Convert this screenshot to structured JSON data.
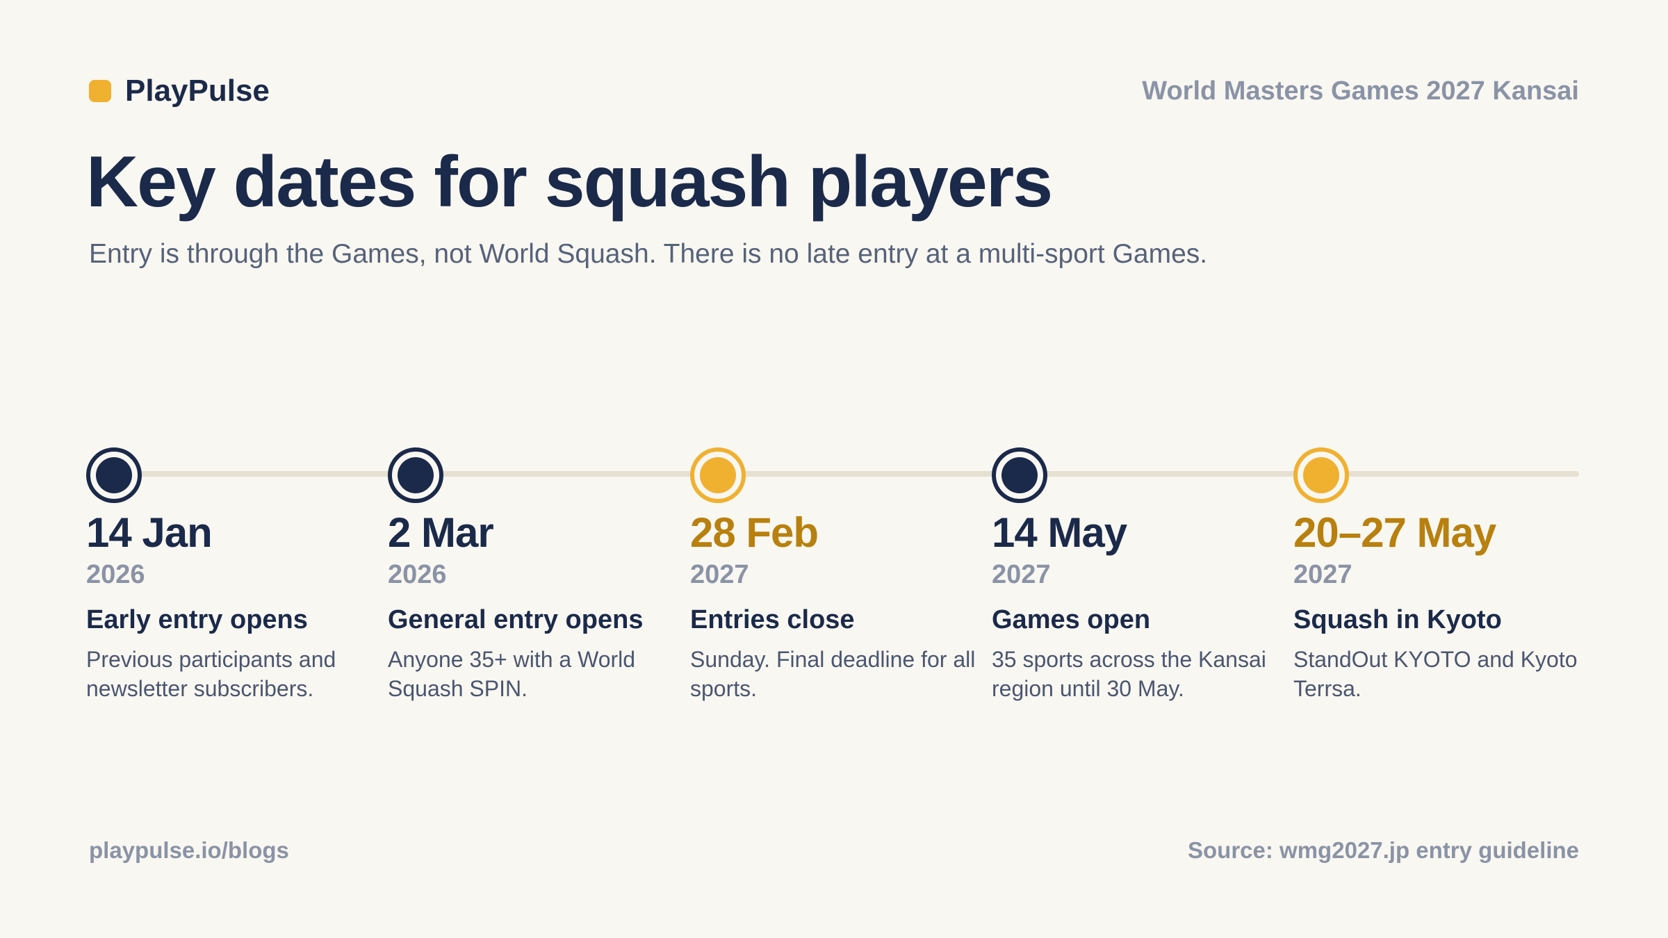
{
  "header": {
    "brand": "PlayPulse",
    "event": "World Masters Games 2027 Kansai"
  },
  "colors": {
    "navy": "#1b2a4a",
    "gold": "#f0b030",
    "gold_text": "#b8800e",
    "muted": "#8a93a6",
    "track": "#e5e0d0"
  },
  "title": "Key dates for squash players",
  "subtitle": "Entry is through the Games, not World Squash. There is no late entry at a multi-sport Games.",
  "milestones": [
    {
      "date": "14 Jan",
      "year": "2026",
      "title": "Early entry opens",
      "description": "Previous participants and newsletter subscribers.",
      "highlight": false
    },
    {
      "date": "2 Mar",
      "year": "2026",
      "title": "General entry opens",
      "description": "Anyone 35+ with a World Squash SPIN.",
      "highlight": false
    },
    {
      "date": "28 Feb",
      "year": "2027",
      "title": "Entries close",
      "description": "Sunday. Final deadline for all sports.",
      "highlight": true
    },
    {
      "date": "14 May",
      "year": "2027",
      "title": "Games open",
      "description": "35 sports across the Kansai region until 30 May.",
      "highlight": false
    },
    {
      "date": "20–27 May",
      "year": "2027",
      "title": "Squash in Kyoto",
      "description": "StandOut KYOTO and Kyoto Terrsa.",
      "highlight": true
    }
  ],
  "footer": {
    "url": "playpulse.io/blogs",
    "source": "Source: wmg2027.jp entry guideline"
  }
}
